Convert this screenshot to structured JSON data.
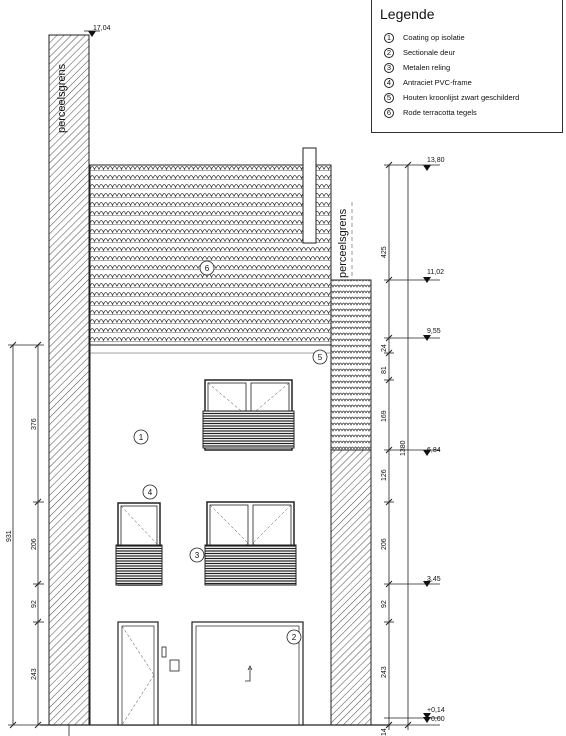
{
  "legend": {
    "title": "Legende",
    "items": [
      {
        "num": "1",
        "label": "Coating op isolatie"
      },
      {
        "num": "2",
        "label": "Sectionale deur"
      },
      {
        "num": "3",
        "label": "Metalen reling"
      },
      {
        "num": "4",
        "label": "Antraciet PVC-frame"
      },
      {
        "num": "5",
        "label": "Houten kroonlijst zwart geschilderd"
      },
      {
        "num": "6",
        "label": "Rode terracotta tegels"
      }
    ]
  },
  "labels": {
    "perceelsgrens_left": "perceelsgrens",
    "perceelsgrens_right": "perceelsgrens"
  },
  "levels": {
    "top_wall": "17,04",
    "ridge": "13,80",
    "l1102": "11,02",
    "l955": "9,55",
    "l684": "6,84",
    "l345": "3,45",
    "l014": "+0,14",
    "l000": "0,00"
  },
  "dims_right": {
    "d425": "425",
    "d24": "24",
    "d81": "81",
    "d169": "169",
    "d126": "126",
    "d206": "206",
    "d92": "92",
    "d243": "243",
    "d14": "14",
    "total": "1380"
  },
  "dims_left": {
    "total": "931",
    "d376": "376",
    "d206": "206",
    "d92": "92",
    "d243": "243"
  },
  "callouts": {
    "c1": "1",
    "c2": "2",
    "c3": "3",
    "c4": "4",
    "c5": "5",
    "c6": "6"
  }
}
